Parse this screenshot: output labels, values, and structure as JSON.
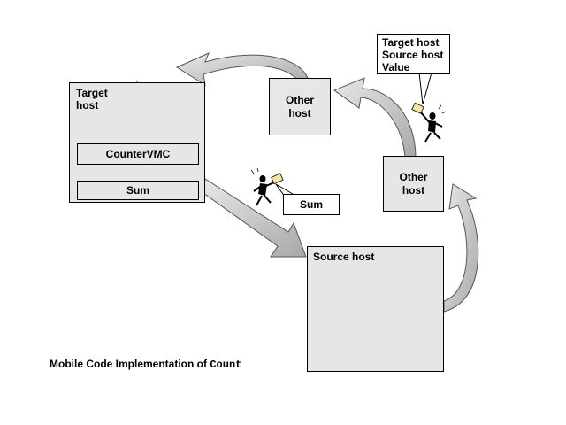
{
  "target_host": {
    "label": "Target host",
    "counter_vmc_label": "CounterVMC",
    "sum_label": "Sum"
  },
  "other_host_1": {
    "label": "Other host"
  },
  "other_host_2": {
    "label": "Other host"
  },
  "source_host": {
    "label": "Source host"
  },
  "message_callout": {
    "line1": "Target host",
    "line2": "Source host",
    "line3": "Value"
  },
  "sum_callout": {
    "label": "Sum"
  },
  "caption": {
    "text": "Mobile Code Implementation of ",
    "code": "Count"
  },
  "colors": {
    "box_fill": "#e6e6e6",
    "arrow_fill": "#c8c8c8",
    "envelope": "#f2e6a0"
  }
}
